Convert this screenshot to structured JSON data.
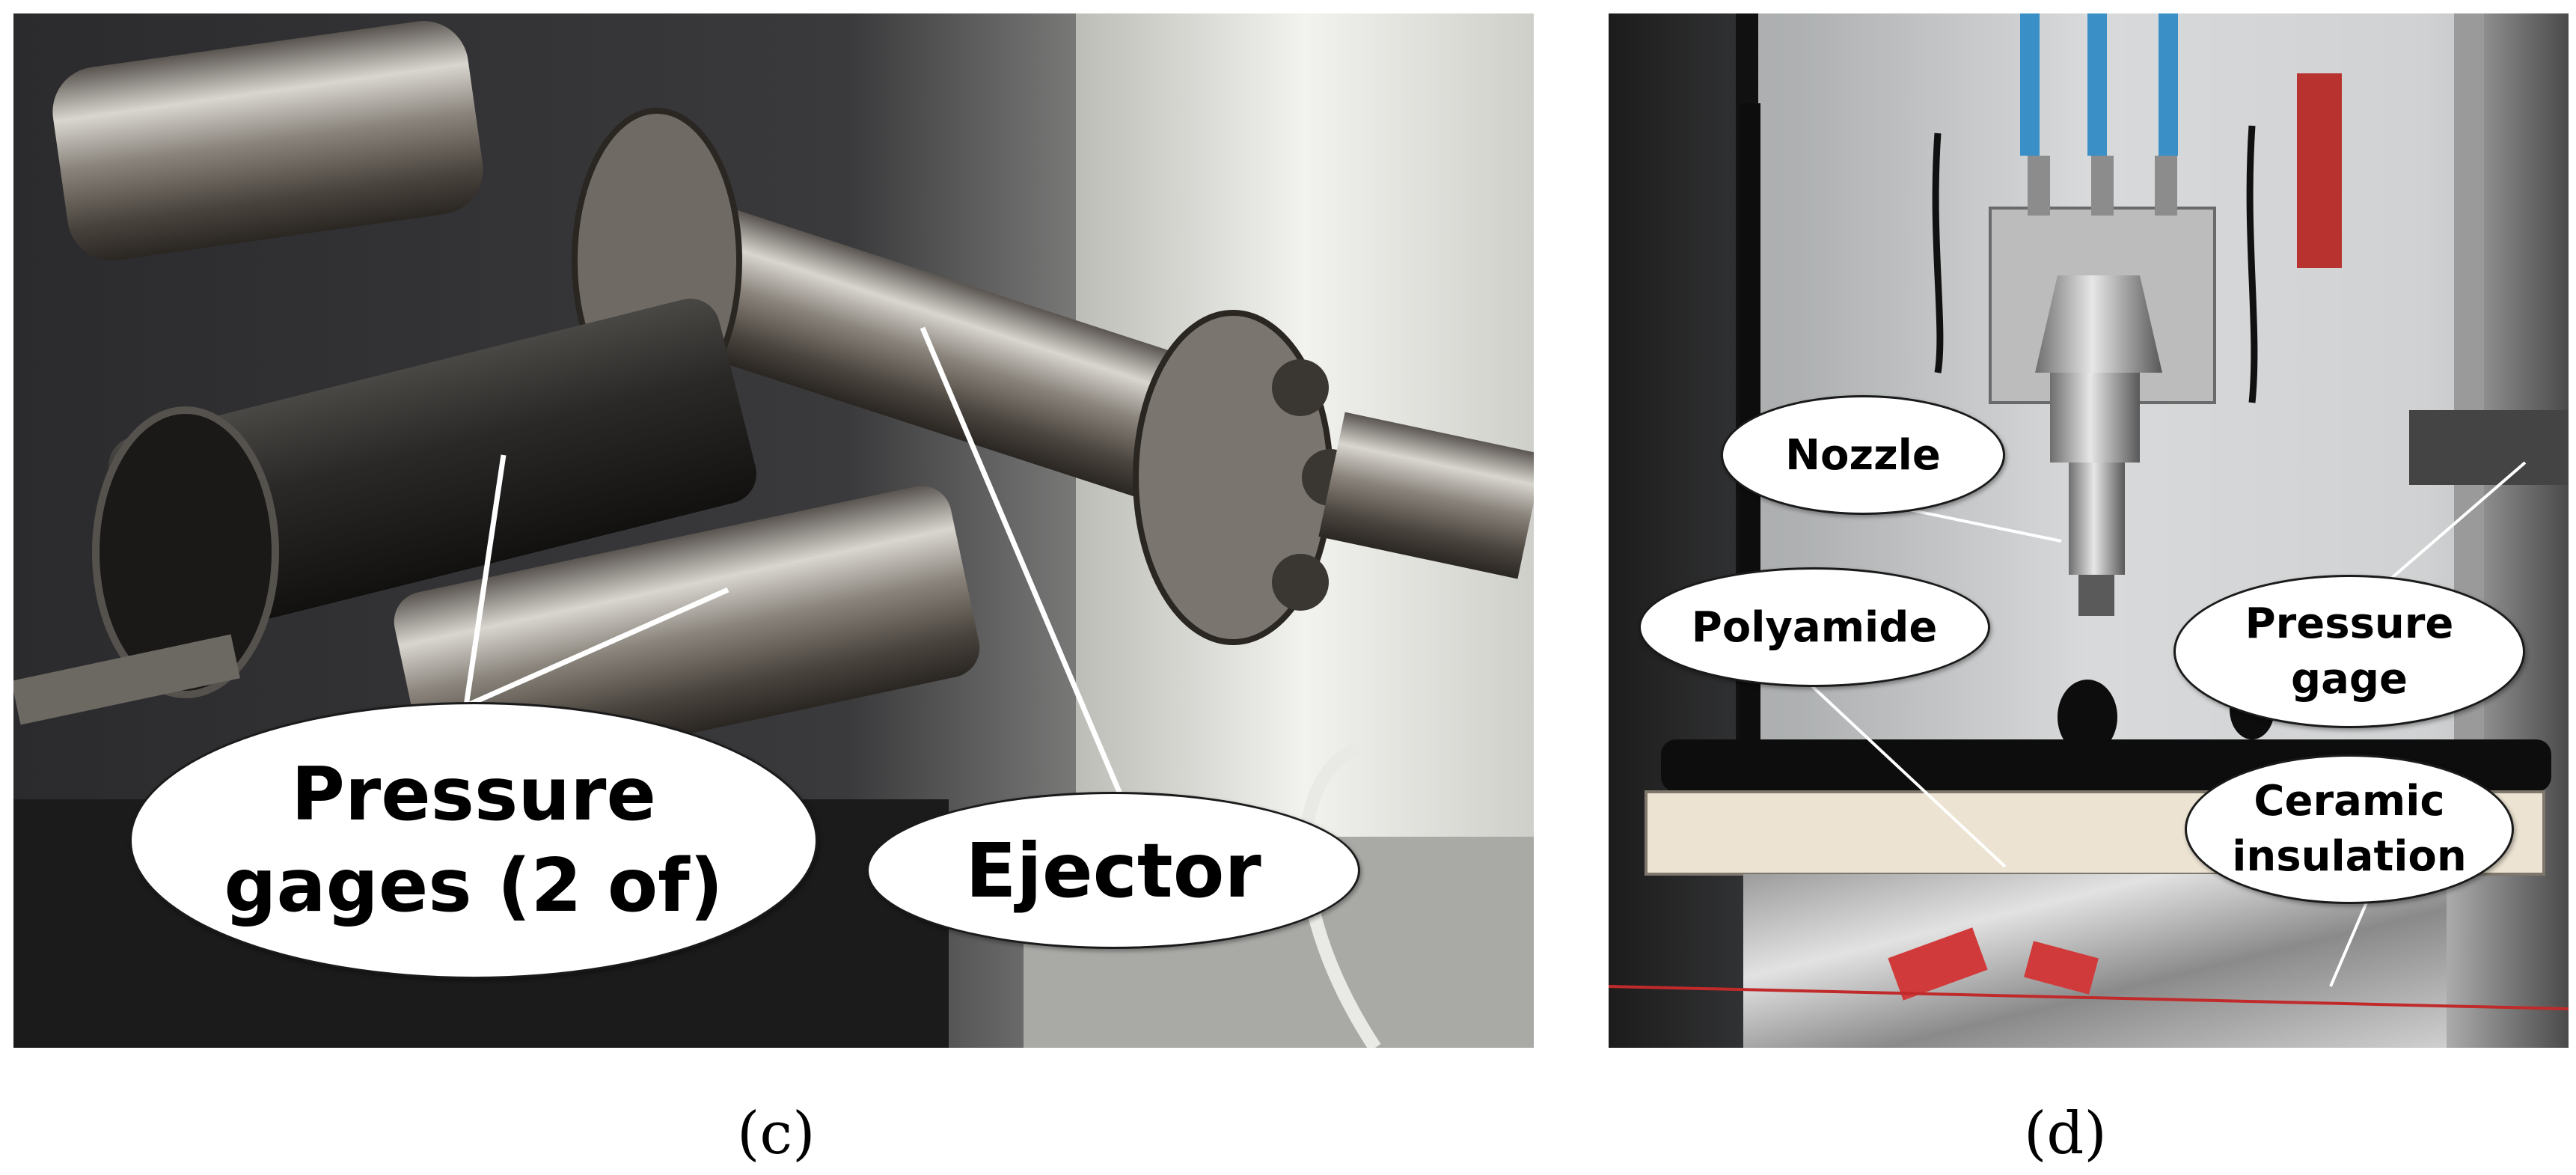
{
  "panels": {
    "c": {
      "caption": "(c)",
      "labels": {
        "pressure_gages_line1": "Pressure",
        "pressure_gages_line2": "gages (2 of)",
        "ejector": "Ejector"
      }
    },
    "d": {
      "caption": "(d)",
      "labels": {
        "nozzle": "Nozzle",
        "polyamide": "Polyamide",
        "pressure_gage_line1": "Pressure",
        "pressure_gage_line2": "gage",
        "ceramic_line1": "Ceramic",
        "ceramic_line2": "insulation"
      }
    }
  }
}
